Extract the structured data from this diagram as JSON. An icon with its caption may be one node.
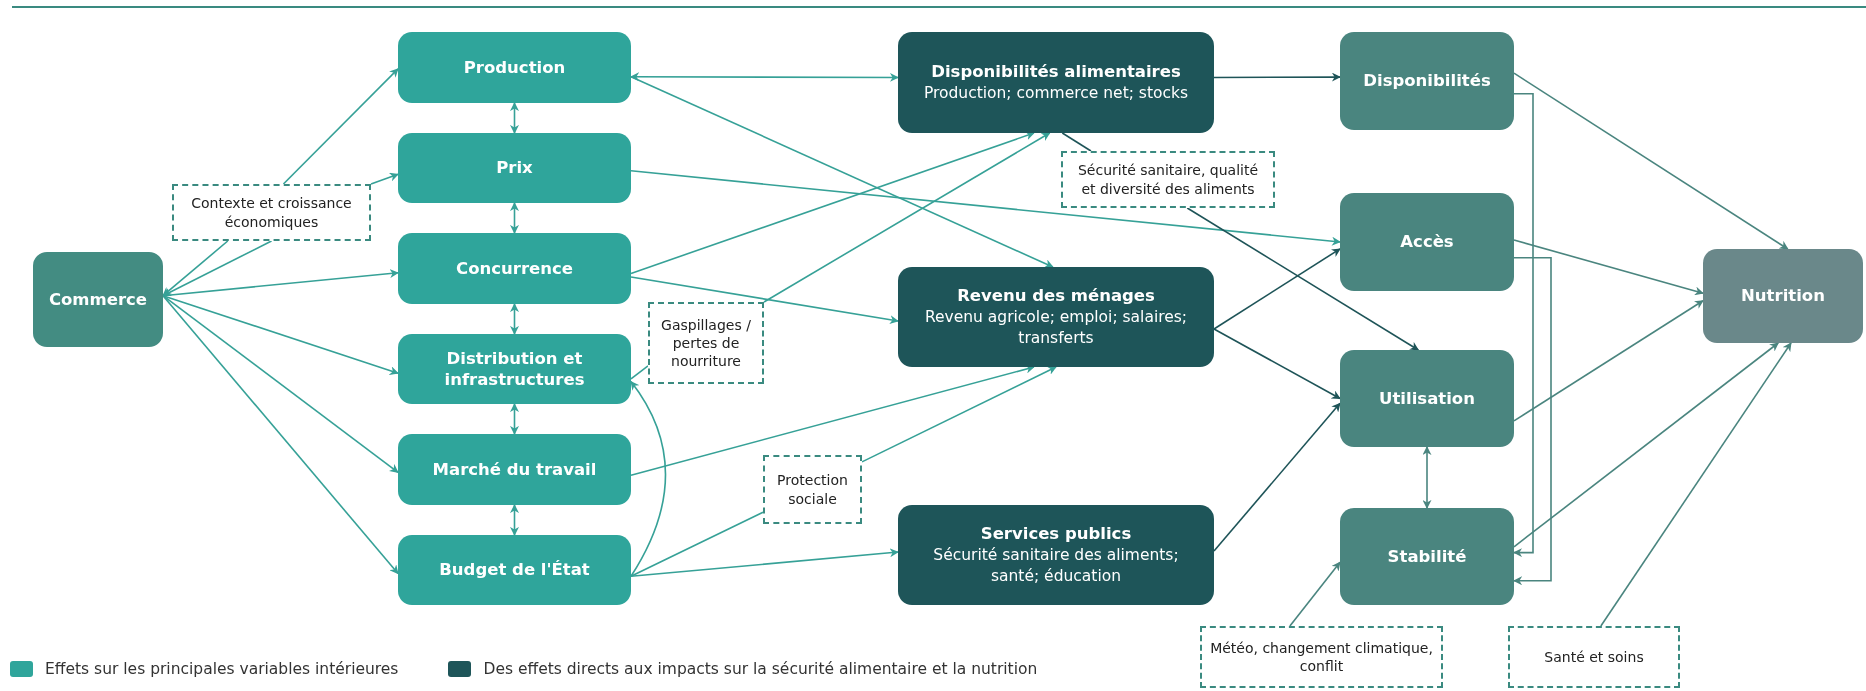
{
  "diagram": {
    "nodes": [
      {
        "text": [
          "Commerce"
        ]
      },
      {
        "text": [
          "Production"
        ]
      },
      {
        "text": [
          "Prix"
        ]
      },
      {
        "text": [
          "Concurrence"
        ]
      },
      {
        "text": [
          "Distribution et infrastructures"
        ]
      },
      {
        "text": [
          "Marché du travail"
        ]
      },
      {
        "text": [
          "Budget de l'État"
        ]
      },
      {
        "text": [
          "Contexte et croissance économiques"
        ]
      },
      {
        "text": [
          "Gaspillages / pertes de nourriture"
        ]
      },
      {
        "text": [
          "Protection sociale"
        ]
      },
      {
        "text": [
          "Disponibilités alimentaires",
          "Production; commerce net; stocks"
        ]
      },
      {
        "text": [
          "Revenu des ménages",
          "Revenu agricole; emploi; salaires; transferts"
        ]
      },
      {
        "text": [
          "Services publics",
          "Sécurité sanitaire des aliments; santé; éducation"
        ]
      },
      {
        "text": [
          "Sécurité sanitaire, qualité et diversité des aliments"
        ]
      },
      {
        "text": [
          "Disponibilités"
        ]
      },
      {
        "text": [
          "Accès"
        ]
      },
      {
        "text": [
          "Utilisation"
        ]
      },
      {
        "text": [
          "Stabilité"
        ]
      },
      {
        "text": [
          "Nutrition"
        ]
      },
      {
        "text": [
          "Météo, changement climatique, conflit"
        ]
      },
      {
        "text": [
          "Santé et soins"
        ]
      }
    ],
    "edges": [
      {
        "from": 7,
        "to": 0,
        "arrow": "to"
      },
      {
        "from": 7,
        "to": 0,
        "arrow": "to"
      },
      {
        "from": 7,
        "to": 1,
        "arrow": "to"
      },
      {
        "from": 7,
        "to": 2,
        "arrow": "to"
      },
      {
        "from": 0,
        "to": 3,
        "arrow": "to"
      },
      {
        "from": 0,
        "to": 4,
        "arrow": "to"
      },
      {
        "from": 0,
        "to": 5,
        "arrow": "to"
      },
      {
        "from": 0,
        "to": 6,
        "arrow": "to"
      },
      {
        "from": 1,
        "to": 2,
        "arrow": "both"
      },
      {
        "from": 2,
        "to": 3,
        "arrow": "both"
      },
      {
        "from": 3,
        "to": 4,
        "arrow": "both"
      },
      {
        "from": 4,
        "to": 5,
        "arrow": "both"
      },
      {
        "from": 5,
        "to": 6,
        "arrow": "both"
      },
      {
        "from": 1,
        "to": 10,
        "arrow": "both"
      },
      {
        "from": 1,
        "to": 11,
        "arrow": "to"
      },
      {
        "from": 2,
        "to": 15,
        "arrow": "to"
      },
      {
        "from": 3,
        "to": 10,
        "arrow": "to"
      },
      {
        "from": 3,
        "to": 11,
        "arrow": "to"
      },
      {
        "from": 4,
        "to": 8,
        "arrow": "none"
      },
      {
        "from": 8,
        "to": 10,
        "arrow": "to"
      },
      {
        "from": 6,
        "to": 4,
        "arrow": "to"
      },
      {
        "from": 5,
        "to": 11,
        "arrow": "to"
      },
      {
        "from": 6,
        "to": 9,
        "arrow": "none"
      },
      {
        "from": 9,
        "to": 11,
        "arrow": "to"
      },
      {
        "from": 6,
        "to": 12,
        "arrow": "to"
      },
      {
        "from": 10,
        "to": 14,
        "arrow": "to",
        "color": "#1e5458"
      },
      {
        "from": 10,
        "to": 13,
        "arrow": "none",
        "color": "#1e5458"
      },
      {
        "from": 13,
        "to": 16,
        "arrow": "to",
        "color": "#1e5458"
      },
      {
        "from": 11,
        "to": 15,
        "arrow": "to",
        "color": "#1e5458"
      },
      {
        "from": 11,
        "to": 16,
        "arrow": "to",
        "color": "#1e5458"
      },
      {
        "from": 12,
        "to": 16,
        "arrow": "to",
        "color": "#1e5458"
      },
      {
        "from": 14,
        "to": 18,
        "arrow": "to",
        "color": "#4a857f"
      },
      {
        "from": 15,
        "to": 18,
        "arrow": "to",
        "color": "#4a857f"
      },
      {
        "from": 16,
        "to": 18,
        "arrow": "to",
        "color": "#4a857f"
      },
      {
        "from": 17,
        "to": 18,
        "arrow": "to",
        "color": "#4a857f"
      },
      {
        "from": 20,
        "to": 18,
        "arrow": "to",
        "color": "#4a857f"
      },
      {
        "from": 14,
        "to": 17,
        "arrow": "to",
        "color": "#4a857f"
      },
      {
        "from": 15,
        "to": 17,
        "arrow": "to",
        "color": "#4a857f"
      },
      {
        "from": 16,
        "to": 17,
        "arrow": "both",
        "color": "#4a857f"
      },
      {
        "from": 19,
        "to": 17,
        "arrow": "to",
        "color": "#4a857f"
      }
    ],
    "legend": [
      {
        "text": "Effets sur les principales variables intérieures",
        "color": "#2fa59b"
      },
      {
        "text": "Des effets directs aux impacts sur la sécurité alimentaire et la nutrition",
        "color": "#1e5559"
      }
    ]
  }
}
